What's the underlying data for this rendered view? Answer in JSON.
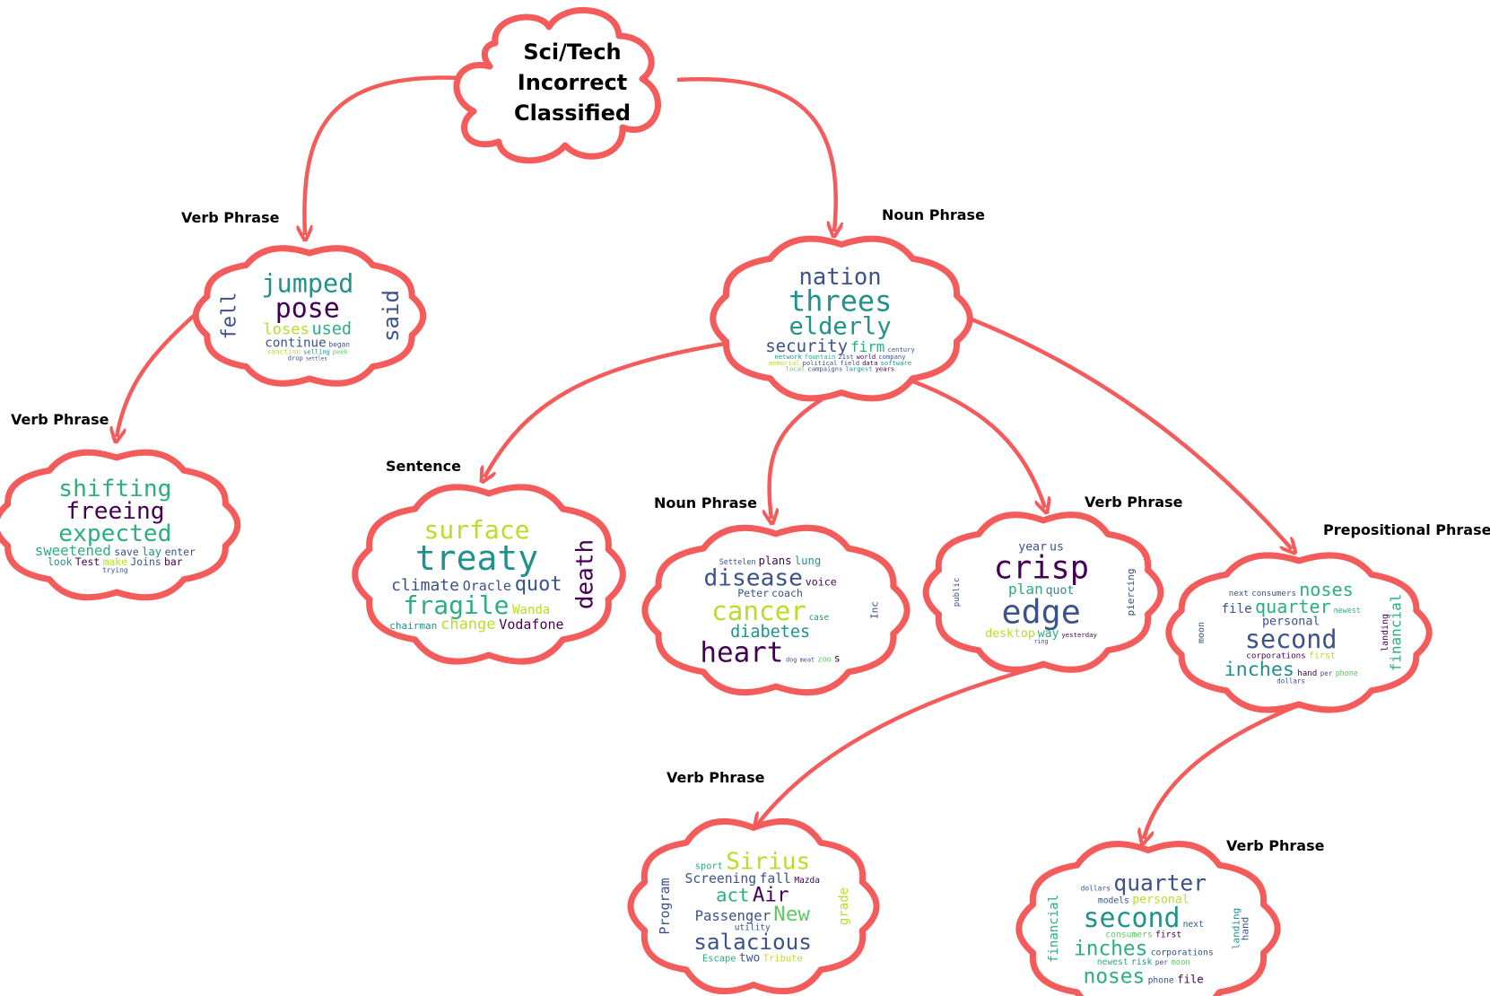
{
  "colors": {
    "cloud_stroke": "#f45b5b",
    "palette": [
      "#440154",
      "#3b528b",
      "#21918c",
      "#2cae7f",
      "#5ec962",
      "#b8de29",
      "#fde725"
    ]
  },
  "root": {
    "title_lines": [
      "Sci/Tech",
      "Incorrect",
      "Classified"
    ]
  },
  "nodes": [
    {
      "id": "vp1",
      "label": "Verb Phrase",
      "words": [
        {
          "t": "jumped",
          "s": 40,
          "c": 2
        },
        {
          "t": "pose",
          "s": 42,
          "c": 0
        },
        {
          "t": "loses",
          "s": 24,
          "c": 5
        },
        {
          "t": "used",
          "s": 26,
          "c": 3
        },
        {
          "t": "said",
          "s": 24,
          "c": 1,
          "r": true
        },
        {
          "t": "fell",
          "s": 22,
          "c": 1,
          "r": true
        },
        {
          "t": "continue",
          "s": 20,
          "c": 1
        },
        {
          "t": "began",
          "s": 11,
          "c": 1
        },
        {
          "t": "sanction",
          "s": 11,
          "c": 5
        },
        {
          "t": "selling",
          "s": 10,
          "c": 2
        },
        {
          "t": "peek",
          "s": 10,
          "c": 4
        },
        {
          "t": "drop",
          "s": 10,
          "c": 1
        },
        {
          "t": "settles",
          "s": 8,
          "c": 1
        }
      ]
    },
    {
      "id": "vp2",
      "label": "Verb Phrase",
      "words": [
        {
          "t": "shifting",
          "s": 30,
          "c": 3
        },
        {
          "t": "freeing",
          "s": 30,
          "c": 0
        },
        {
          "t": "expected",
          "s": 30,
          "c": 3
        },
        {
          "t": "sweetened",
          "s": 18,
          "c": 3
        },
        {
          "t": "save",
          "s": 13,
          "c": 1
        },
        {
          "t": "lay",
          "s": 14,
          "c": 2
        },
        {
          "t": "enter",
          "s": 13,
          "c": 1
        },
        {
          "t": "look",
          "s": 13,
          "c": 2
        },
        {
          "t": "Test",
          "s": 13,
          "c": 0
        },
        {
          "t": "make",
          "s": 13,
          "c": 5
        },
        {
          "t": "Joins",
          "s": 13,
          "c": 1
        },
        {
          "t": "bar",
          "s": 13,
          "c": 0
        },
        {
          "t": "trying",
          "s": 9,
          "c": 1
        }
      ]
    },
    {
      "id": "np1",
      "label": "Noun Phrase",
      "words": [
        {
          "t": "nation",
          "s": 32,
          "c": 1
        },
        {
          "t": "threes",
          "s": 40,
          "c": 2
        },
        {
          "t": "elderly",
          "s": 34,
          "c": 2
        },
        {
          "t": "security",
          "s": 24,
          "c": 1
        },
        {
          "t": "firm",
          "s": 20,
          "c": 3
        },
        {
          "t": "century",
          "s": 9,
          "c": 1
        },
        {
          "t": "network",
          "s": 9,
          "c": 2
        },
        {
          "t": "fountain",
          "s": 9,
          "c": 3
        },
        {
          "t": "21st",
          "s": 9,
          "c": 1
        },
        {
          "t": "world",
          "s": 9,
          "c": 0
        },
        {
          "t": "company",
          "s": 9,
          "c": 1
        },
        {
          "t": "memorial",
          "s": 9,
          "c": 5
        },
        {
          "t": "political",
          "s": 9,
          "c": 1
        },
        {
          "t": "field",
          "s": 9,
          "c": 1
        },
        {
          "t": "data",
          "s": 9,
          "c": 0
        },
        {
          "t": "software",
          "s": 9,
          "c": 2
        },
        {
          "t": "local",
          "s": 9,
          "c": 4
        },
        {
          "t": "campaigns",
          "s": 9,
          "c": 1
        },
        {
          "t": "largest",
          "s": 9,
          "c": 2
        },
        {
          "t": "years",
          "s": 9,
          "c": 0
        }
      ]
    },
    {
      "id": "sent",
      "label": "Sentence",
      "words": [
        {
          "t": "surface",
          "s": 28,
          "c": 5
        },
        {
          "t": "treaty",
          "s": 38,
          "c": 2
        },
        {
          "t": "climate",
          "s": 18,
          "c": 1
        },
        {
          "t": "Oracle",
          "s": 15,
          "c": 1
        },
        {
          "t": "quot",
          "s": 22,
          "c": 1
        },
        {
          "t": "fragile",
          "s": 28,
          "c": 3
        },
        {
          "t": "Wanda",
          "s": 14,
          "c": 5
        },
        {
          "t": "death",
          "s": 26,
          "c": 0,
          "r": true
        },
        {
          "t": "chairman",
          "s": 11,
          "c": 2
        },
        {
          "t": "change",
          "s": 17,
          "c": 5
        },
        {
          "t": "Vodafone",
          "s": 15,
          "c": 0
        }
      ]
    },
    {
      "id": "np2",
      "label": "Noun Phrase",
      "words": [
        {
          "t": "Settelen",
          "s": 11,
          "c": 1
        },
        {
          "t": "plans",
          "s": 16,
          "c": 0
        },
        {
          "t": "lung",
          "s": 16,
          "c": 2
        },
        {
          "t": "disease",
          "s": 34,
          "c": 1
        },
        {
          "t": "voice",
          "s": 15,
          "c": 0
        },
        {
          "t": "Peter",
          "s": 15,
          "c": 1
        },
        {
          "t": "coach",
          "s": 15,
          "c": 1
        },
        {
          "t": "cancer",
          "s": 38,
          "c": 5
        },
        {
          "t": "case",
          "s": 12,
          "c": 2
        },
        {
          "t": "diabetes",
          "s": 24,
          "c": 2
        },
        {
          "t": "heart",
          "s": 40,
          "c": 0
        },
        {
          "t": "dog",
          "s": 9,
          "c": 1
        },
        {
          "t": "meat",
          "s": 9,
          "c": 1
        },
        {
          "t": "zoo",
          "s": 11,
          "c": 4
        },
        {
          "t": "Inc",
          "s": 11,
          "c": 1,
          "r": true
        },
        {
          "t": "s",
          "s": 15,
          "c": 0
        }
      ]
    },
    {
      "id": "vp3",
      "label": "Verb Phrase",
      "words": [
        {
          "t": "year",
          "s": 18,
          "c": 1
        },
        {
          "t": "us",
          "s": 18,
          "c": 1
        },
        {
          "t": "crisp",
          "s": 48,
          "c": 0
        },
        {
          "t": "plan",
          "s": 22,
          "c": 3
        },
        {
          "t": "quot",
          "s": 18,
          "c": 2
        },
        {
          "t": "edge",
          "s": 50,
          "c": 1
        },
        {
          "t": "desktop",
          "s": 18,
          "c": 5
        },
        {
          "t": "way",
          "s": 18,
          "c": 3
        },
        {
          "t": "yesterday",
          "s": 10,
          "c": 0
        },
        {
          "t": "piercing",
          "s": 11,
          "c": 1,
          "r": true
        },
        {
          "t": "public",
          "s": 9,
          "c": 1,
          "r": true
        },
        {
          "t": "ring",
          "s": 9,
          "c": 1
        }
      ]
    },
    {
      "id": "pp",
      "label": "Prepositional Phrase",
      "words": [
        {
          "t": "next",
          "s": 11,
          "c": 1
        },
        {
          "t": "consumers",
          "s": 11,
          "c": 1
        },
        {
          "t": "noses",
          "s": 24,
          "c": 3
        },
        {
          "t": "file",
          "s": 17,
          "c": 1
        },
        {
          "t": "quarter",
          "s": 24,
          "c": 3
        },
        {
          "t": "newest",
          "s": 10,
          "c": 3
        },
        {
          "t": "personal",
          "s": 16,
          "c": 1
        },
        {
          "t": "second",
          "s": 34,
          "c": 1
        },
        {
          "t": "financial",
          "s": 16,
          "c": 3,
          "r": true
        },
        {
          "t": "corporations",
          "s": 11,
          "c": 0
        },
        {
          "t": "first",
          "s": 12,
          "c": 5
        },
        {
          "t": "inches",
          "s": 26,
          "c": 2
        },
        {
          "t": "hand",
          "s": 11,
          "c": 0
        },
        {
          "t": "per",
          "s": 9,
          "c": 1
        },
        {
          "t": "phone",
          "s": 10,
          "c": 4
        },
        {
          "t": "moon",
          "s": 10,
          "c": 1,
          "r": true
        },
        {
          "t": "landing",
          "s": 10,
          "c": 0,
          "r": true
        },
        {
          "t": "dollars",
          "s": 9,
          "c": 1
        }
      ]
    },
    {
      "id": "vp4",
      "label": "Verb Phrase",
      "words": [
        {
          "t": "sport",
          "s": 12,
          "c": 3
        },
        {
          "t": "Sirius",
          "s": 30,
          "c": 5
        },
        {
          "t": "grade",
          "s": 14,
          "c": 5,
          "r": true
        },
        {
          "t": "Screening",
          "s": 17,
          "c": 1
        },
        {
          "t": "fall",
          "s": 17,
          "c": 1
        },
        {
          "t": "Program",
          "s": 15,
          "c": 1,
          "r": true
        },
        {
          "t": "Mazda",
          "s": 11,
          "c": 0
        },
        {
          "t": "act",
          "s": 24,
          "c": 3
        },
        {
          "t": "Air",
          "s": 26,
          "c": 0
        },
        {
          "t": "Passenger",
          "s": 18,
          "c": 1
        },
        {
          "t": "New",
          "s": 26,
          "c": 4
        },
        {
          "t": "utility",
          "s": 11,
          "c": 1
        },
        {
          "t": "salacious",
          "s": 28,
          "c": 1
        },
        {
          "t": "Escape",
          "s": 12,
          "c": 3
        },
        {
          "t": "two",
          "s": 15,
          "c": 1
        },
        {
          "t": "Tribute",
          "s": 12,
          "c": 5
        }
      ]
    },
    {
      "id": "vp5",
      "label": "Verb Phrase",
      "words": [
        {
          "t": "dollars",
          "s": 9,
          "c": 1
        },
        {
          "t": "quarter",
          "s": 28,
          "c": 1
        },
        {
          "t": "hand",
          "s": 11,
          "c": 1,
          "r": true
        },
        {
          "t": "models",
          "s": 11,
          "c": 1
        },
        {
          "t": "personal",
          "s": 15,
          "c": 5
        },
        {
          "t": "financial",
          "s": 14,
          "c": 3,
          "r": true
        },
        {
          "t": "second",
          "s": 34,
          "c": 2
        },
        {
          "t": "landing",
          "s": 11,
          "c": 2,
          "r": true
        },
        {
          "t": "next",
          "s": 11,
          "c": 1
        },
        {
          "t": "consumers",
          "s": 11,
          "c": 4
        },
        {
          "t": "first",
          "s": 11,
          "c": 0
        },
        {
          "t": "inches",
          "s": 26,
          "c": 3
        },
        {
          "t": "corporations",
          "s": 11,
          "c": 1
        },
        {
          "t": "newest",
          "s": 11,
          "c": 3
        },
        {
          "t": "risk",
          "s": 11,
          "c": 2
        },
        {
          "t": "per",
          "s": 9,
          "c": 1
        },
        {
          "t": "moon",
          "s": 10,
          "c": 4
        },
        {
          "t": "noses",
          "s": 26,
          "c": 3
        },
        {
          "t": "phone",
          "s": 11,
          "c": 1
        },
        {
          "t": "file",
          "s": 14,
          "c": 0
        }
      ]
    }
  ]
}
